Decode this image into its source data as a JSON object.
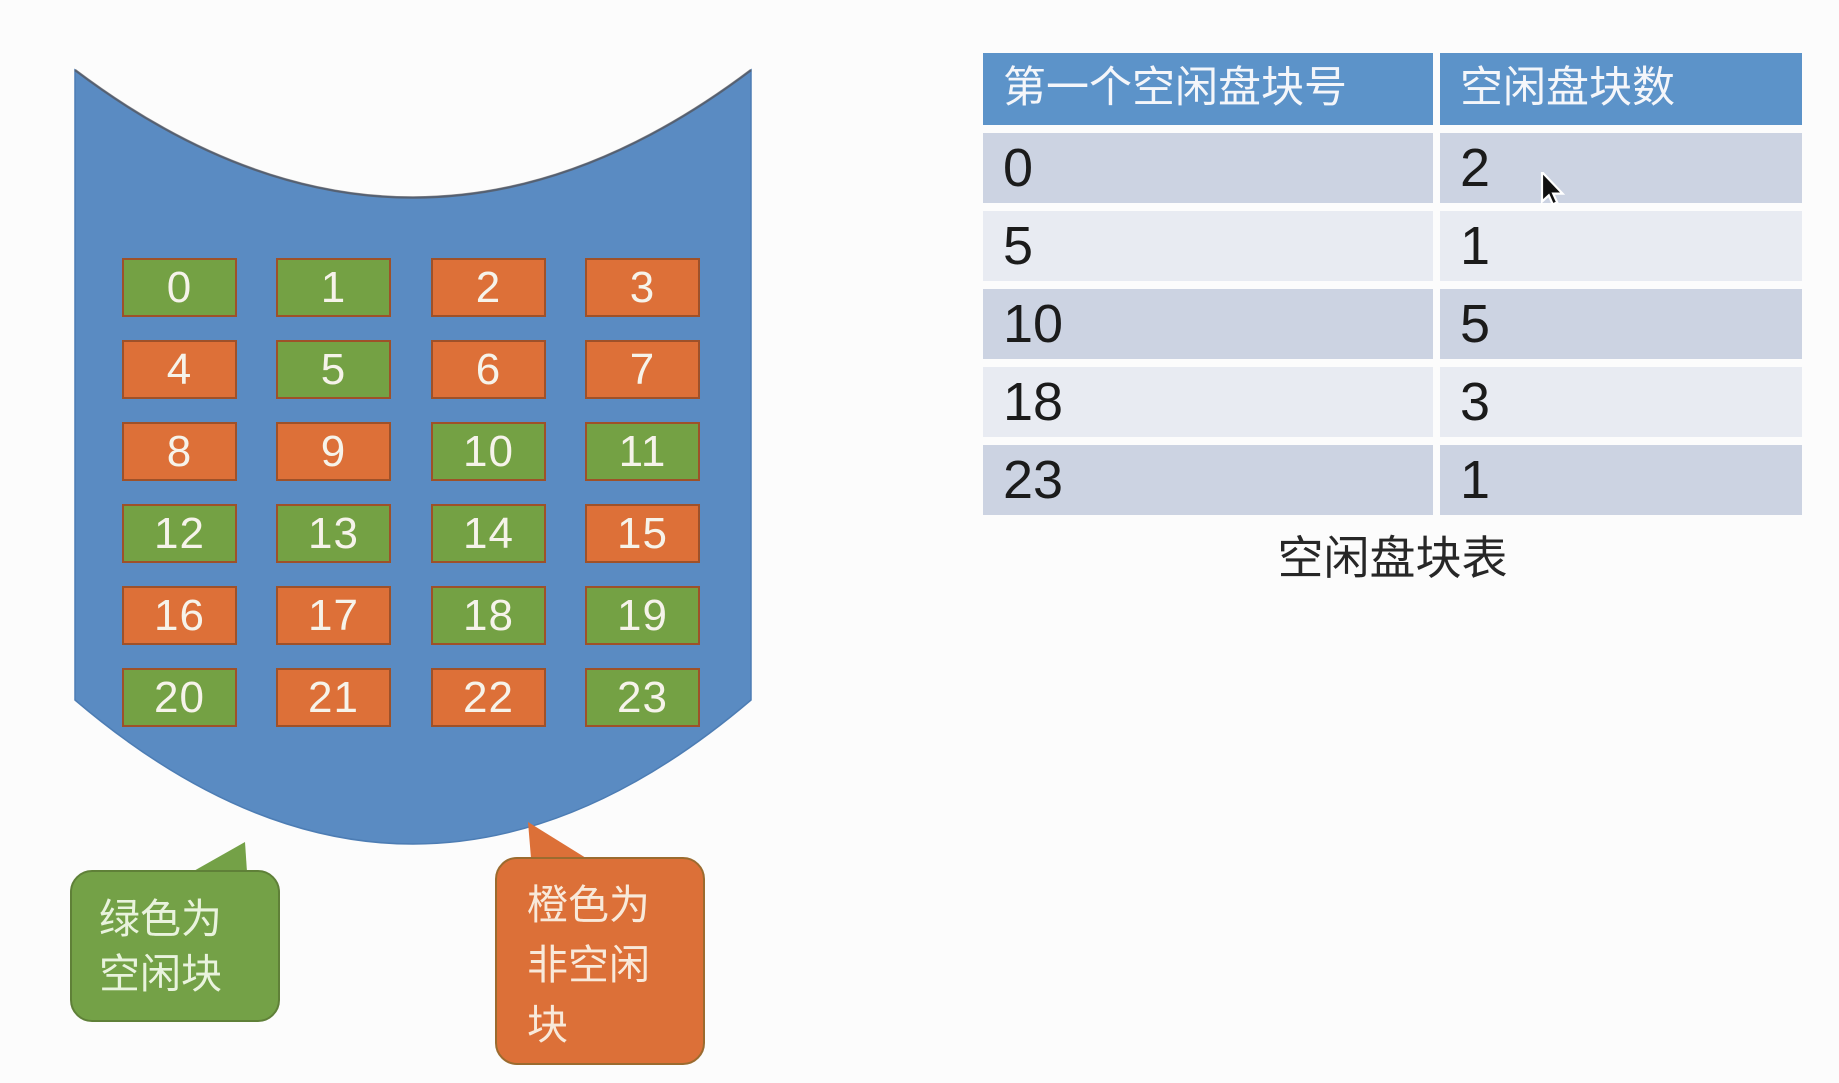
{
  "page": {
    "background": "#fcfcfc"
  },
  "disk": {
    "fill": "#5a8bc2",
    "edge_stroke": "#4d7db4",
    "rim_stroke": "#575150",
    "block_colors": {
      "free": "#74a144",
      "used": "#dd7038",
      "border": "#9e5129",
      "label_text": "#f6f3ea"
    },
    "blocks": [
      {
        "label": "0",
        "state": "free"
      },
      {
        "label": "1",
        "state": "free"
      },
      {
        "label": "2",
        "state": "used"
      },
      {
        "label": "3",
        "state": "used"
      },
      {
        "label": "4",
        "state": "used"
      },
      {
        "label": "5",
        "state": "free"
      },
      {
        "label": "6",
        "state": "used"
      },
      {
        "label": "7",
        "state": "used"
      },
      {
        "label": "8",
        "state": "used"
      },
      {
        "label": "9",
        "state": "used"
      },
      {
        "label": "10",
        "state": "free"
      },
      {
        "label": "11",
        "state": "free"
      },
      {
        "label": "12",
        "state": "free"
      },
      {
        "label": "13",
        "state": "free"
      },
      {
        "label": "14",
        "state": "free"
      },
      {
        "label": "15",
        "state": "used"
      },
      {
        "label": "16",
        "state": "used"
      },
      {
        "label": "17",
        "state": "used"
      },
      {
        "label": "18",
        "state": "free"
      },
      {
        "label": "19",
        "state": "free"
      },
      {
        "label": "20",
        "state": "free"
      },
      {
        "label": "21",
        "state": "used"
      },
      {
        "label": "22",
        "state": "used"
      },
      {
        "label": "23",
        "state": "free"
      }
    ]
  },
  "legend": {
    "green_bubble": {
      "lines": [
        "绿色为",
        "空闲块"
      ],
      "fill": "#74a147",
      "border": "#5f8038",
      "text_color": "#e9f3dd"
    },
    "orange_bubble": {
      "lines": [
        "橙色为",
        "非空闲",
        "块"
      ],
      "fill": "#dc7038",
      "border": "#9b6b2f",
      "text_color": "#f8e9da"
    }
  },
  "table": {
    "headers": [
      "第一个空闲盘块号",
      "空闲盘块数"
    ],
    "rows": [
      [
        "0",
        "2"
      ],
      [
        "5",
        "1"
      ],
      [
        "10",
        "5"
      ],
      [
        "18",
        "3"
      ],
      [
        "23",
        "1"
      ]
    ],
    "caption": "空闲盘块表",
    "colors": {
      "header_bg": "#5c93c9",
      "header_text": "#f4f6fa",
      "row_dark": "#ccd3e2",
      "row_light": "#e8ebf2",
      "cell_text": "#1b1b1b",
      "caption_text": "#272727"
    }
  },
  "cursor": {
    "color": "#111111",
    "outline": "#ffffff"
  }
}
